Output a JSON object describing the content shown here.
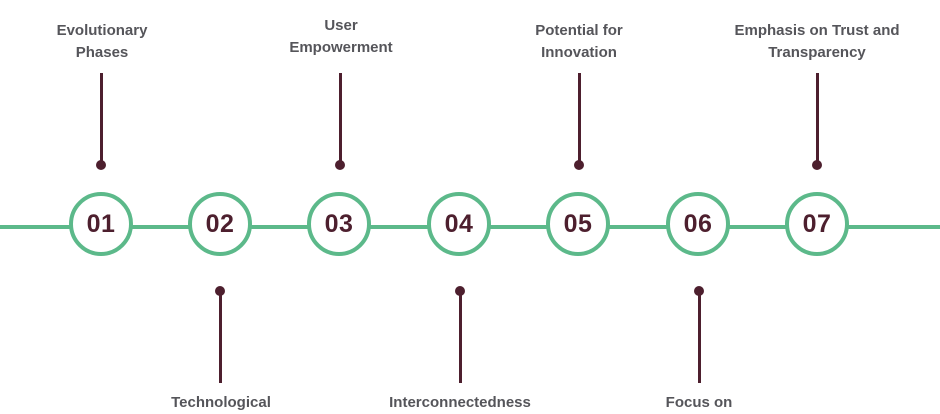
{
  "colors": {
    "line": "#5cb98a",
    "accent": "#4d1f2e",
    "text": "#55555a"
  },
  "steps": [
    {
      "number": "01",
      "label_lines": [
        "Evolutionary",
        "Phases"
      ]
    },
    {
      "number": "02",
      "label_lines": [
        "Technological"
      ]
    },
    {
      "number": "03",
      "label_lines": [
        "User",
        "Empowerment"
      ]
    },
    {
      "number": "04",
      "label_lines": [
        "Interconnectedness"
      ]
    },
    {
      "number": "05",
      "label_lines": [
        "Potential for",
        "Innovation"
      ]
    },
    {
      "number": "06",
      "label_lines": [
        "Focus on"
      ]
    },
    {
      "number": "07",
      "label_lines": [
        "Emphasis on Trust and",
        "Transparency"
      ]
    }
  ]
}
